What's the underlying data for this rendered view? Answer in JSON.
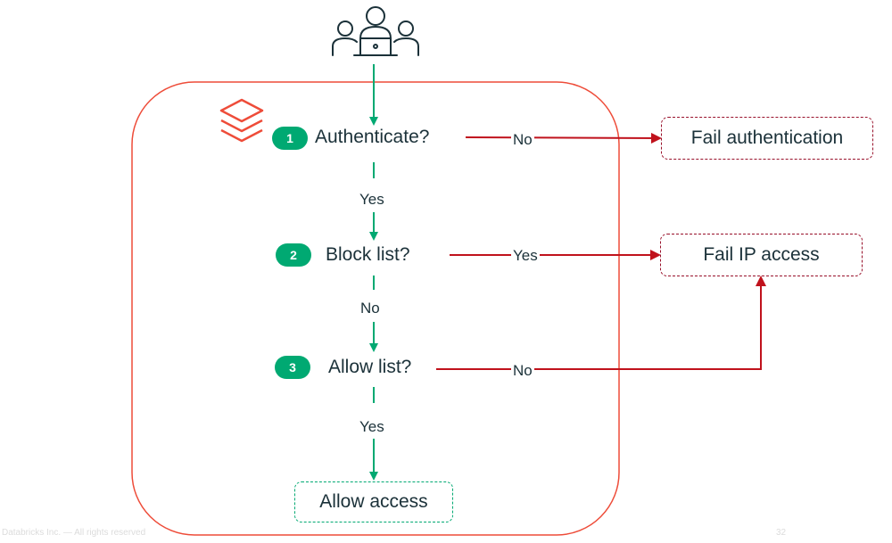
{
  "steps": [
    {
      "number": "1",
      "label": "Authenticate?"
    },
    {
      "number": "2",
      "label": "Block list?"
    },
    {
      "number": "3",
      "label": "Allow list?"
    }
  ],
  "branches": {
    "auth_no": "No",
    "auth_yes": "Yes",
    "block_yes": "Yes",
    "block_no": "No",
    "allow_no": "No",
    "allow_yes": "Yes"
  },
  "outcomes": {
    "fail_authentication": "Fail authentication",
    "fail_ip_access": "Fail IP access",
    "allow_access": "Allow access"
  },
  "footer": {
    "copyright": "Databricks Inc. — All rights reserved",
    "page_number": "32"
  },
  "colors": {
    "accent_red": "#ee4c39",
    "fail_red": "#c0121c",
    "success_green": "#00a972",
    "ink": "#1b3139"
  }
}
